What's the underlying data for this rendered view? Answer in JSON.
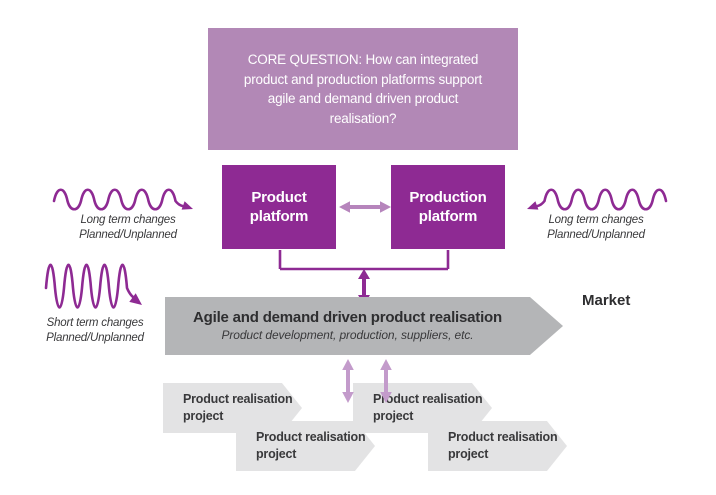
{
  "colors": {
    "core_box_bg": "#b288b6",
    "platform_bg": "#8e2a93",
    "wave_purple": "#8e2a93",
    "lavender_arrow": "#b685bc",
    "lavender_arrow_light": "#c39bcb",
    "realisation_bar_bg": "#b4b5b7",
    "project_arrow_bg": "#e3e3e4",
    "text_dark": "#39393b"
  },
  "core_question": {
    "text": "CORE QUESTION: How can integrated product and production platforms support agile and demand driven product realisation?"
  },
  "platforms": {
    "product": "Product platform",
    "production": "Production platform"
  },
  "waves": {
    "long_term_left": {
      "line1": "Long term changes",
      "line2": "Planned/Unplanned"
    },
    "long_term_right": {
      "line1": "Long term changes",
      "line2": "Planned/Unplanned"
    },
    "short_term": {
      "line1": "Short term changes",
      "line2": "Planned/Unplanned"
    }
  },
  "realisation_bar": {
    "title": "Agile and demand driven product realisation",
    "subtitle": "Product development, production, suppliers, etc."
  },
  "market_label": "Market",
  "projects": [
    {
      "line1": "Product realisation",
      "line2": "project"
    },
    {
      "line1": "Product realisation",
      "line2": "project"
    },
    {
      "line1": "Product realisation",
      "line2": "project"
    },
    {
      "line1": "Product realisation",
      "line2": "project"
    }
  ]
}
